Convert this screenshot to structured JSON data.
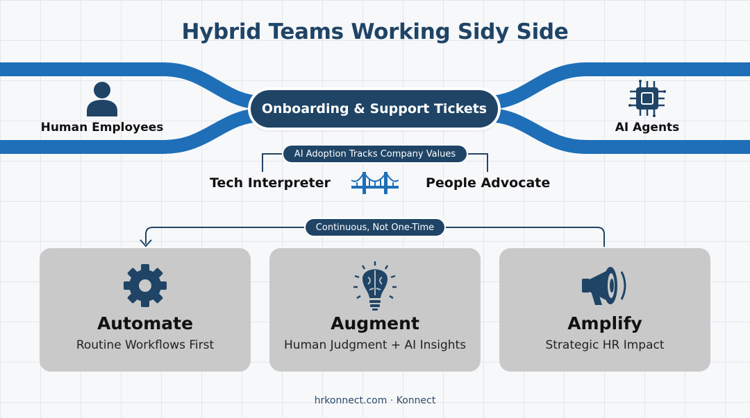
{
  "title": "Hybrid Teams Working Sidy Side",
  "colors": {
    "navy": "#1f4466",
    "flow_blue": "#1e6fb8",
    "card_gray": "#c9c9c9"
  },
  "hub": {
    "label": "Onboarding & Support Tickets"
  },
  "left_node": {
    "label": "Human Employees",
    "icon": "person-icon"
  },
  "right_node": {
    "label": "AI Agents",
    "icon": "chip-icon"
  },
  "values_pill": {
    "label": "AI Adoption Tracks Company Values"
  },
  "roles": {
    "left": "Tech Interpreter",
    "right": "People Advocate",
    "icon": "bridge-icon"
  },
  "cycle_pill": {
    "label": "Continuous, Not One-Time"
  },
  "cards": [
    {
      "title": "Automate",
      "subtitle": "Routine Workflows First",
      "icon": "gear-icon"
    },
    {
      "title": "Augment",
      "subtitle": "Human Judgment + AI Insights",
      "icon": "brain-bulb-icon"
    },
    {
      "title": "Amplify",
      "subtitle": "Strategic HR Impact",
      "icon": "megaphone-icon"
    }
  ],
  "footer": "hrkonnect.com · Konnect"
}
